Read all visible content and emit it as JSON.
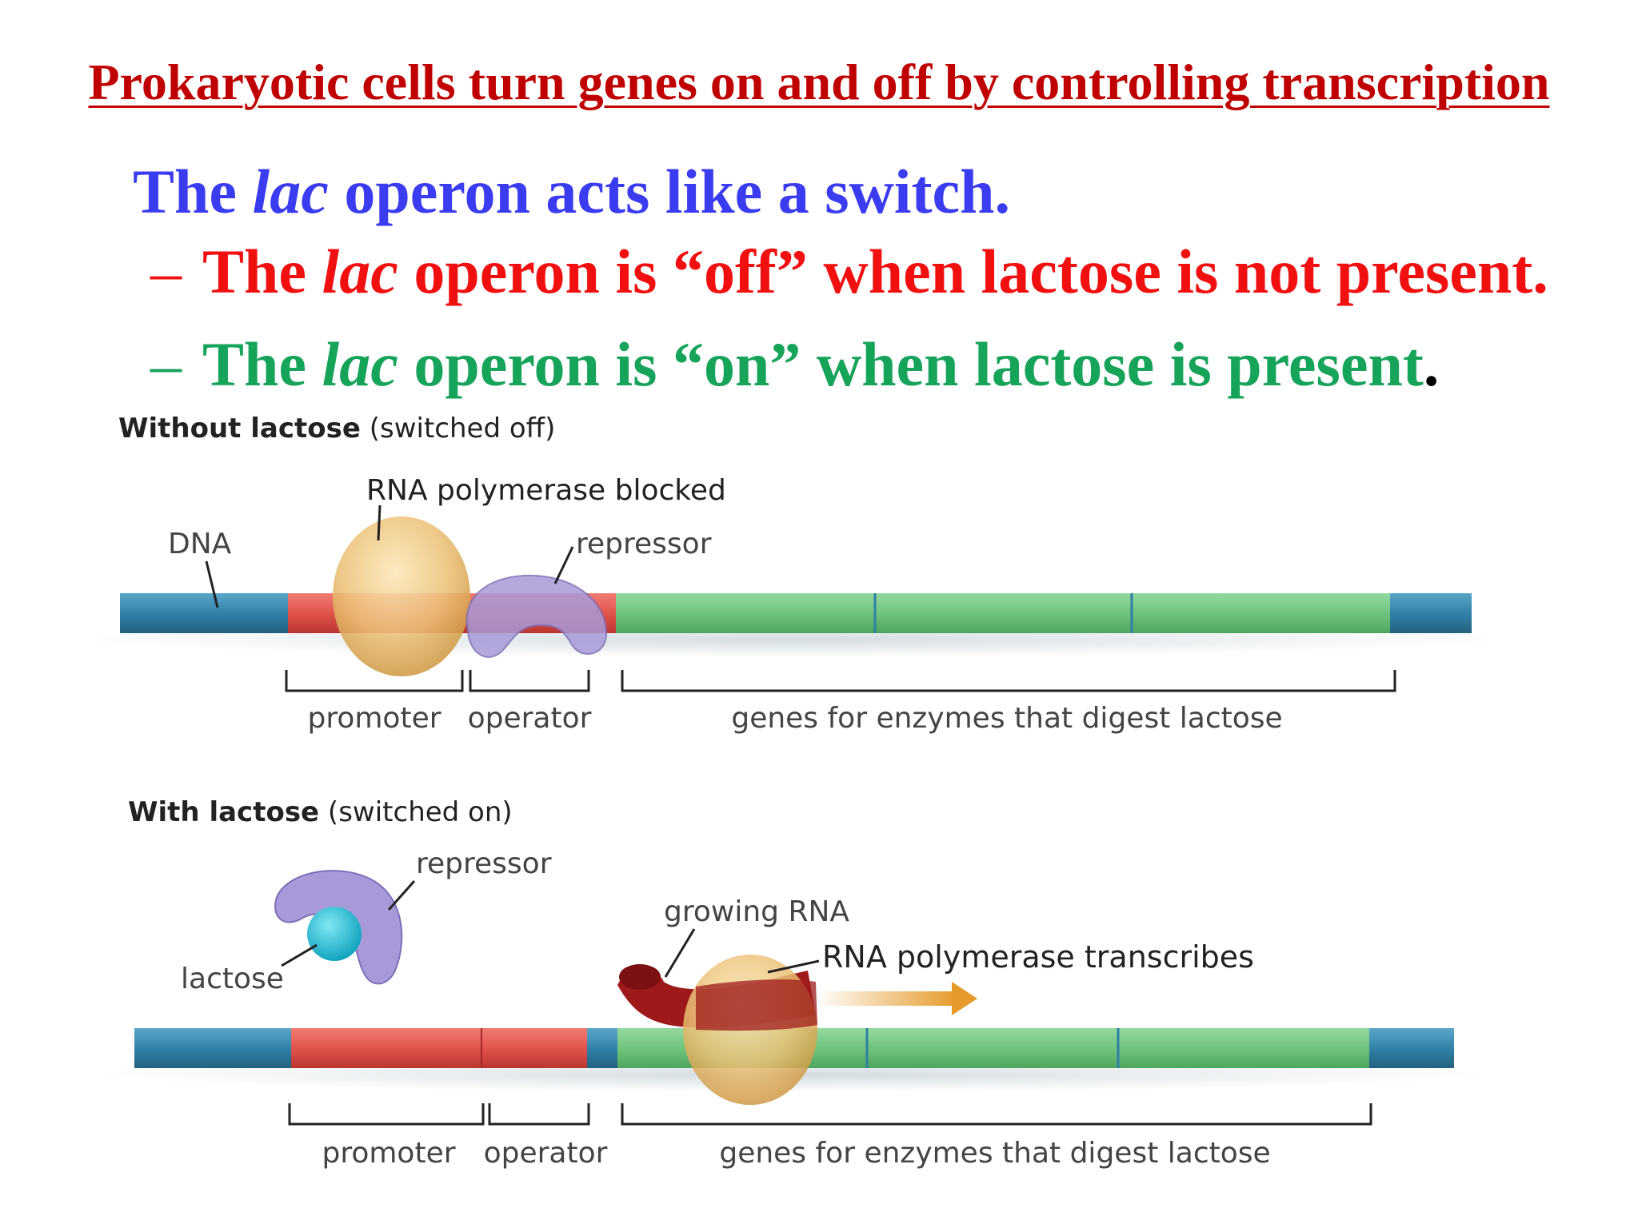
{
  "title": "Prokaryotic cells turn genes on and off by controlling transcription",
  "headline": {
    "pre": "The ",
    "italic": "lac",
    "post": " operon acts like a switch."
  },
  "bullet_off": {
    "dash": "–",
    "pre": "The ",
    "italic": "lac",
    "post": " operon is “off” when lactose is not present."
  },
  "bullet_on": {
    "dash": "–",
    "pre": "The ",
    "italic": "lac",
    "post": " operon is “on” when lactose is present",
    "period": "."
  },
  "panel_off": {
    "heading_bold": "Without lactose",
    "heading_rest": " (switched off)",
    "label_polymerase": "RNA polymerase blocked",
    "label_dna": "DNA",
    "label_repressor": "repressor",
    "label_promoter": "promoter",
    "label_operator": "operator",
    "label_genes": "genes for enzymes that digest lactose"
  },
  "panel_on": {
    "heading_bold": "With lactose",
    "heading_rest": " (switched on)",
    "label_repressor": "repressor",
    "label_lactose": "lactose",
    "label_growing_rna": "growing RNA",
    "label_polymerase": "RNA polymerase transcribes",
    "label_promoter": "promoter",
    "label_operator": "operator",
    "label_genes": "genes for enzymes that digest lactose"
  },
  "colors": {
    "title": "#c00000",
    "headline": "#3b3bf0",
    "off": "#f01010",
    "on": "#16a35a",
    "dna": "#2f7fa6",
    "promoter": "#e0504a",
    "genes": "#6cc27a",
    "polymerase": "#e8b860",
    "repressor": "#a89ad8",
    "lactose": "#22b8d0",
    "rna": "#9e1a1a",
    "arrow": "#e59a2a"
  }
}
